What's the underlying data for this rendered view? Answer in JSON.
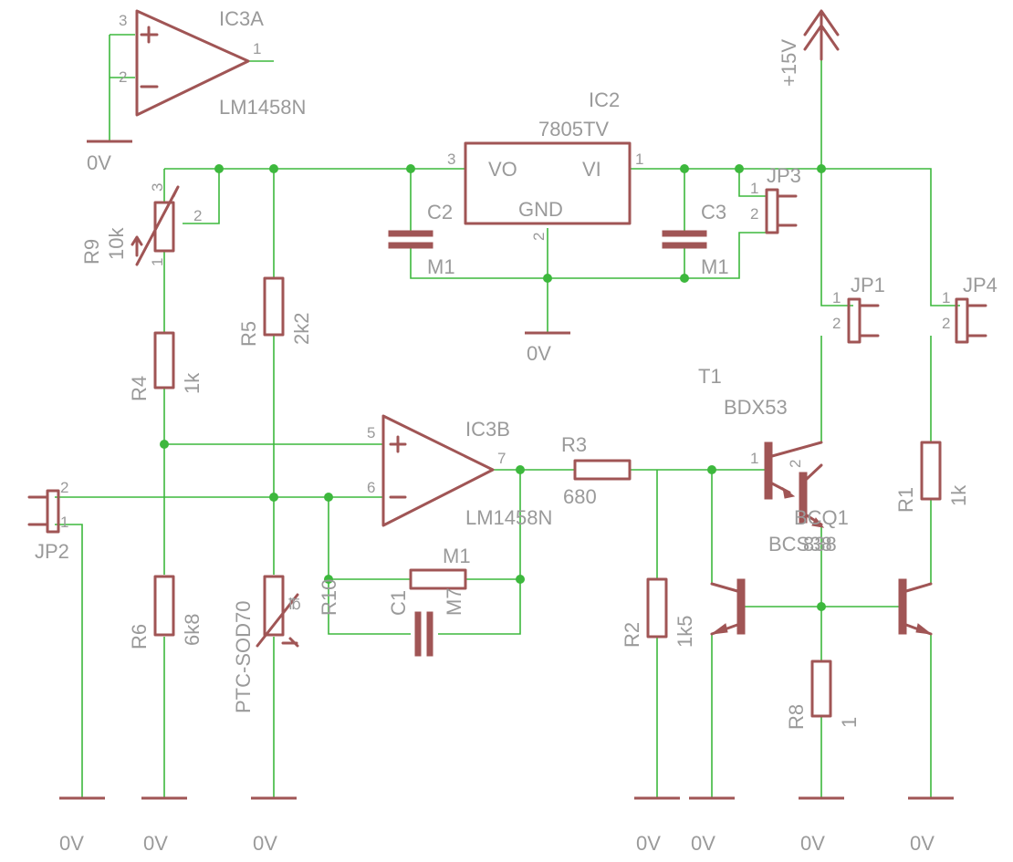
{
  "components": {
    "ic3a": {
      "name": "IC3A",
      "value": "LM1458N",
      "pins": [
        "3",
        "2",
        "1"
      ]
    },
    "ic3b": {
      "name": "IC3B",
      "value": "LM1458N",
      "pins": [
        "5",
        "6",
        "7"
      ]
    },
    "ic2": {
      "name": "IC2",
      "value": "7805TV",
      "vo": "VO",
      "vi": "VI",
      "gnd": "GND",
      "pins": [
        "3",
        "1",
        "2"
      ]
    },
    "c2": {
      "name": "C2",
      "value": "M1"
    },
    "c3": {
      "name": "C3",
      "value": "M1"
    },
    "c1": {
      "name": "C1",
      "value": "M1"
    },
    "jp1": {
      "name": "JP1",
      "pins": [
        "1",
        "2"
      ]
    },
    "jp2": {
      "name": "JP2",
      "pins": [
        "2",
        "1"
      ]
    },
    "jp3": {
      "name": "JP3",
      "pins": [
        "1",
        "2"
      ]
    },
    "jp4": {
      "name": "JP4",
      "pins": [
        "1",
        "2"
      ]
    },
    "r1": {
      "name": "R1",
      "value": "1k"
    },
    "r2": {
      "name": "R2",
      "value": "1k5"
    },
    "r3": {
      "name": "R3",
      "value": "680"
    },
    "r4": {
      "name": "R4",
      "value": "1k"
    },
    "r5": {
      "name": "R5",
      "value": "2k2"
    },
    "r6": {
      "name": "R6",
      "value": "6k8"
    },
    "r8": {
      "name": "R8",
      "value": "1"
    },
    "r9": {
      "name": "R9",
      "value": "10k",
      "pins": [
        "3",
        "2",
        "1"
      ]
    },
    "r10": {
      "name": "R10",
      "value": "M7"
    },
    "ptc": {
      "name": "PTC-SOD70"
    },
    "t1": {
      "name": "T1",
      "value": "BDX53",
      "pins": [
        "1",
        "2"
      ]
    },
    "q": {
      "overlap": "BCS38",
      "overlap2": "BCQ1"
    }
  },
  "supply": {
    "v15": "+15V",
    "gnd": "0V"
  }
}
